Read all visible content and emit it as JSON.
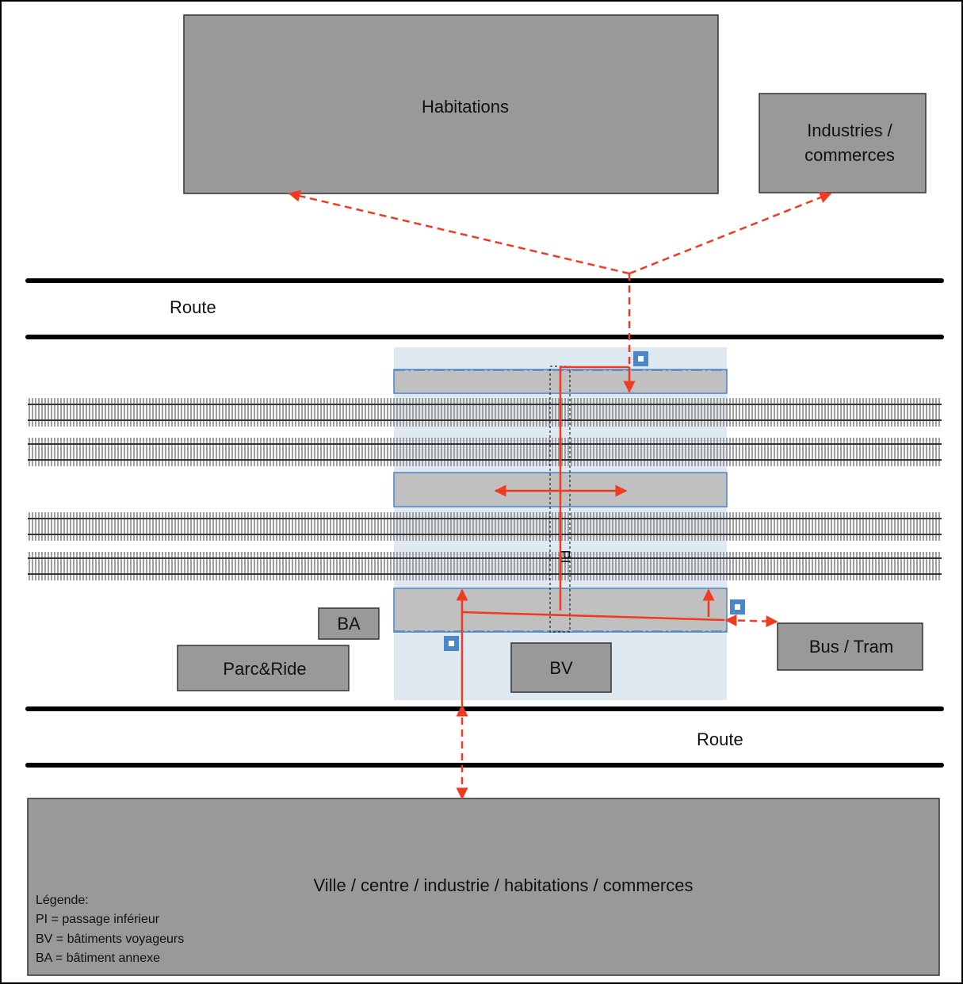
{
  "colors": {
    "block": "#999999",
    "block_border": "#333333",
    "station_zone": "#dfe9f1",
    "platform": "#c0c0c0",
    "platform_border": "#4a86c8",
    "arrow": "#f23a22",
    "road": "#000000",
    "track": "#8a8a8a",
    "stop_icon": "#4a86c8"
  },
  "blocks": {
    "habitations": "Habitations",
    "industries_line1": "Industries /",
    "industries_line2": "commerces",
    "ba": "BA",
    "parc_ride": "Parc&Ride",
    "bv": "BV",
    "bus_tram": "Bus / Tram",
    "ville": "Ville / centre / industrie / habitations / commerces"
  },
  "roads": {
    "top_label": "Route",
    "bottom_label": "Route"
  },
  "underpass_label": "PI",
  "legend": {
    "title": "Légende:",
    "items": [
      "PI = passage inférieur",
      "BV = bâtiments voyageurs",
      "BA = bâtiment annexe"
    ]
  },
  "icons": {
    "stop": "bus-stop-icon"
  }
}
